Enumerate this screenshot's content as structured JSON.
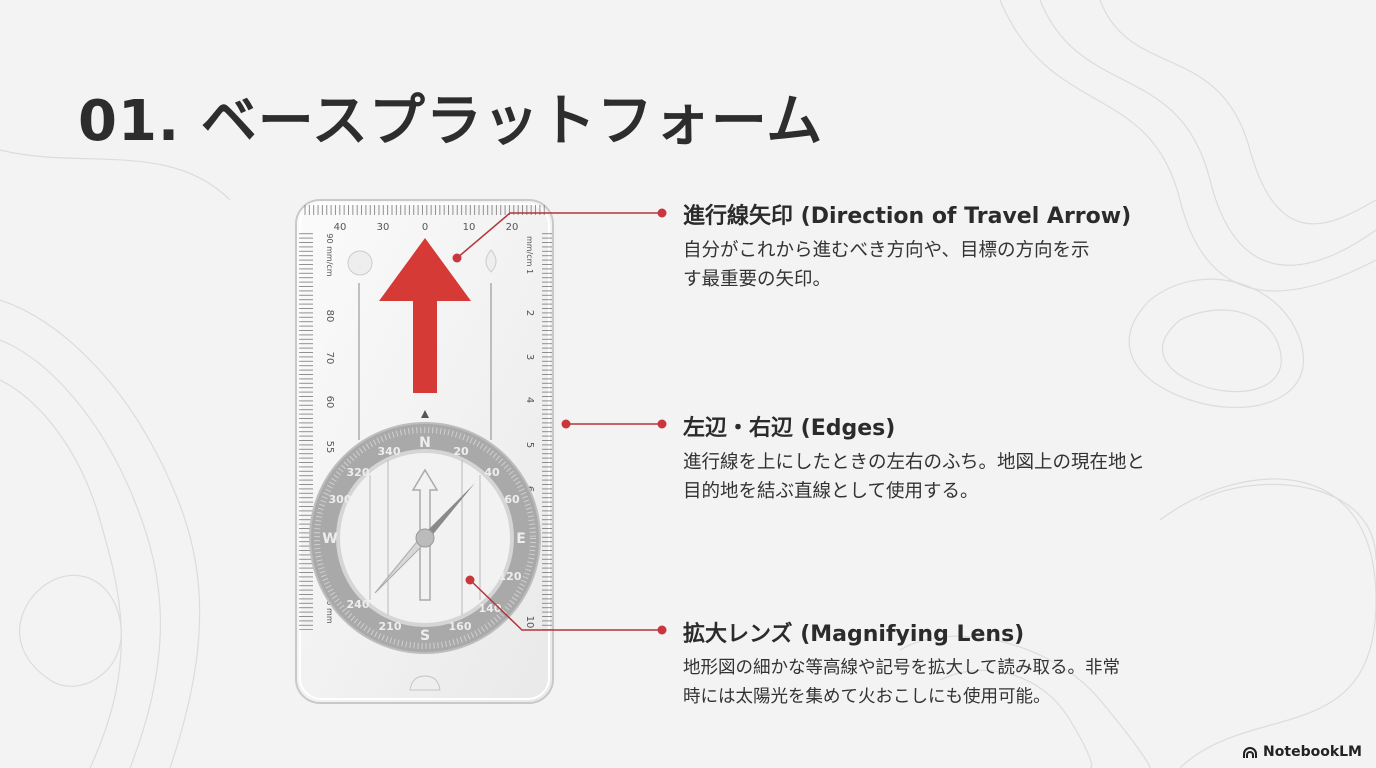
{
  "title": "01. ベースプラットフォーム",
  "callouts": [
    {
      "heading": "進行線矢印 (Direction of Travel Arrow)",
      "body": "自分がこれから進むべき方向や、目標の方向を示す最重要の矢印。"
    },
    {
      "heading": "左辺・右辺 (Edges)",
      "body": "進行線を上にしたときの左右のふち。地図上の現在地と目的地を結ぶ直線として使用する。"
    },
    {
      "heading": "拡大レンズ (Magnifying Lens)",
      "body": "地形図の細かな等高線や記号を拡大して読み取る。非常時には太陽光を集めて火おこしにも使用可能。"
    }
  ],
  "compass_labels": {
    "top": [
      "40",
      "30",
      "0",
      "10",
      "20"
    ],
    "left": [
      "90 mm/cm",
      "80",
      "70",
      "60",
      "55",
      "0 mm"
    ],
    "right": [
      "mm/cm 1",
      "2",
      "3",
      "4",
      "5",
      "6",
      "10"
    ],
    "dial": [
      "N",
      "E",
      "S",
      "W",
      "20",
      "40",
      "60",
      "120",
      "140",
      "160",
      "210",
      "240",
      "300",
      "320",
      "340"
    ]
  },
  "colors": {
    "accent": "#c8373c",
    "arrow": "#d53a36"
  },
  "brand": "NotebookLM"
}
